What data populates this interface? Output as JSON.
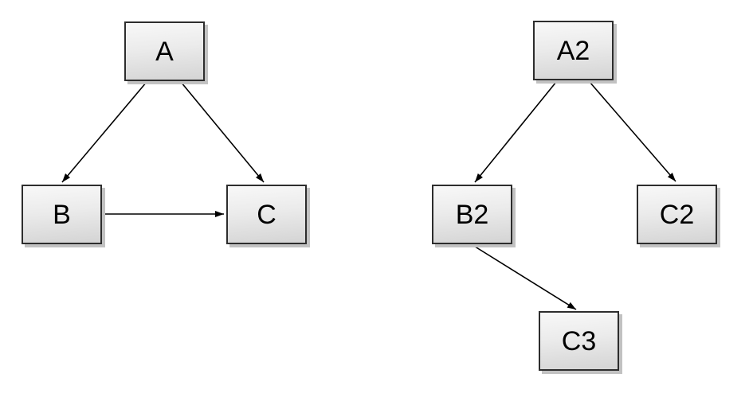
{
  "diagram": {
    "style": {
      "canvas_bg": "#ffffff",
      "node_border": "#2d2d2d",
      "node_fill_top": "#f8f8f8",
      "node_fill_bottom": "#d4d4d4",
      "node_shadow": "#c2c2c2",
      "edge_color": "#000000",
      "node_text": "#000000"
    },
    "left_graph": {
      "nodes": [
        {
          "id": "A",
          "label": "A"
        },
        {
          "id": "B",
          "label": "B"
        },
        {
          "id": "C",
          "label": "C"
        }
      ],
      "edges": [
        {
          "from": "A",
          "to": "B",
          "arrow": "filled-triangle"
        },
        {
          "from": "A",
          "to": "C",
          "arrow": "filled-triangle"
        },
        {
          "from": "B",
          "to": "C",
          "arrow": "filled-triangle"
        }
      ]
    },
    "right_graph": {
      "nodes": [
        {
          "id": "A2",
          "label": "A2"
        },
        {
          "id": "B2",
          "label": "B2"
        },
        {
          "id": "C2",
          "label": "C2"
        },
        {
          "id": "C3",
          "label": "C3"
        }
      ],
      "edges": [
        {
          "from": "A2",
          "to": "B2",
          "arrow": "filled-triangle"
        },
        {
          "from": "A2",
          "to": "C2",
          "arrow": "filled-triangle"
        },
        {
          "from": "B2",
          "to": "C3",
          "arrow": "filled-triangle"
        }
      ]
    }
  }
}
